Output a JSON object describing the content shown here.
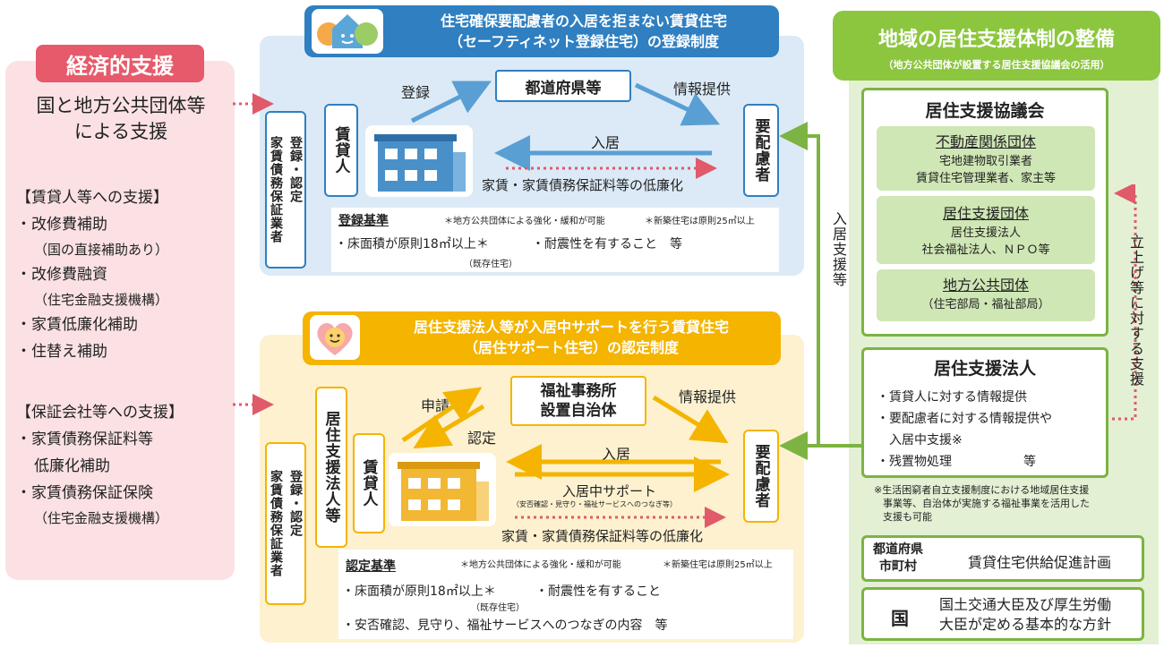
{
  "econ": {
    "title": "経済的支援",
    "intro1": "国と地方公共団体等",
    "intro2": "による支援",
    "landlord_head": "【賃貸人等への支援】",
    "l1": "・改修費補助",
    "l1s": "（国の直接補助あり）",
    "l2": "・改修費融資",
    "l2s": "（住宅金融支援機構）",
    "l3": "・家賃低廉化補助",
    "l4": "・住替え補助",
    "guar_head": "【保証会社等への支援】",
    "g1": "・家賃債務保証料等",
    "g1b": "低廉化補助",
    "g2": "・家賃債務保証保険",
    "g2s": "（住宅金融支援機構）"
  },
  "safety": {
    "title1": "住宅確保要配慮者の入居を拒まない賃貸住宅",
    "title2": "（セーフティネット登録住宅）の登録制度",
    "guarantor": "家賃債務保証業者",
    "reg": "登録・認定",
    "lessor": "賃貸人",
    "register": "登録",
    "pref": "都道府県等",
    "info": "情報提供",
    "tenant": "要配慮者",
    "move_in": "入居",
    "rent_reduce": "家賃・家賃債務保証料等の低廉化",
    "crit_title": "登録基準",
    "crit_note1": "＊地方公共団体による強化・緩和が可能",
    "crit_note2": "＊新築住宅は原則25㎡以上",
    "crit1": "・床面積が原則18㎡以上＊",
    "crit1s": "（既存住宅）",
    "crit2": "・耐震性を有すること　等"
  },
  "support": {
    "title1": "居住支援法人等が入居中サポートを行う賃貸住宅",
    "title2": "（居住サポート住宅）の認定制度",
    "guarantor": "家賃債務保証業者",
    "reg": "登録・認定",
    "corp": "居住支援法人等",
    "lessor": "賃貸人",
    "apply": "申請",
    "certify": "認定",
    "office1": "福祉事務所",
    "office2": "設置自治体",
    "info": "情報提供",
    "tenant": "要配慮者",
    "move_in": "入居",
    "support": "入居中サポート",
    "support_s": "（安否確認・見守り・福祉サービスへのつなぎ等）",
    "rent_reduce": "家賃・家賃債務保証料等の低廉化",
    "crit_title": "認定基準",
    "crit_note1": "＊地方公共団体による強化・緩和が可能",
    "crit_note2": "＊新築住宅は原則25㎡以上",
    "crit1": "・床面積が原則18㎡以上＊",
    "crit1s": "（既存住宅）",
    "crit2": "・耐震性を有すること",
    "crit3": "・安否確認、見守り、福祉サービスへのつなぎの内容　等"
  },
  "right": {
    "title": "地域の居住支援体制の整備",
    "subtitle": "（地方公共団体が設置する居住支援協議会の活用）",
    "council": "居住支援協議会",
    "re_org": "不動産関係団体",
    "re1": "宅地建物取引業者",
    "re2": "賃貸住宅管理業者、家主等",
    "sup_org": "居住支援団体",
    "sup1": "居住支援法人",
    "sup2": "社会福祉法人、ＮＰＯ等",
    "gov_org": "地方公共団体",
    "gov1": "（住宅部局・福祉部局）",
    "corp_title": "居住支援法人",
    "c1": "・賃貸人に対する情報提供",
    "c2": "・要配慮者に対する情報提供や",
    "c2b": "入居中支援※",
    "c3": "・残置物処理",
    "c3b": "等",
    "note1": "※生活困窮者自立支援制度における地域居住支援",
    "note2": "事業等、自治体が実施する福祉事業を活用した",
    "note3": "支援も可能",
    "pref_label1": "都道府県",
    "pref_label2": "市町村",
    "pref_plan": "賃貸住宅供給促進計画",
    "kuni": "国",
    "kuni1": "国土交通大臣及び厚生労働",
    "kuni2": "大臣が定める基本的な方針",
    "support_vert": "入居支援等",
    "setup_vert": "立上げ等に対する支援"
  },
  "colors": {
    "blue": "#2f7fc1",
    "yellow": "#f4b400",
    "green": "#8cc63f",
    "pink": "#e65a6b"
  }
}
